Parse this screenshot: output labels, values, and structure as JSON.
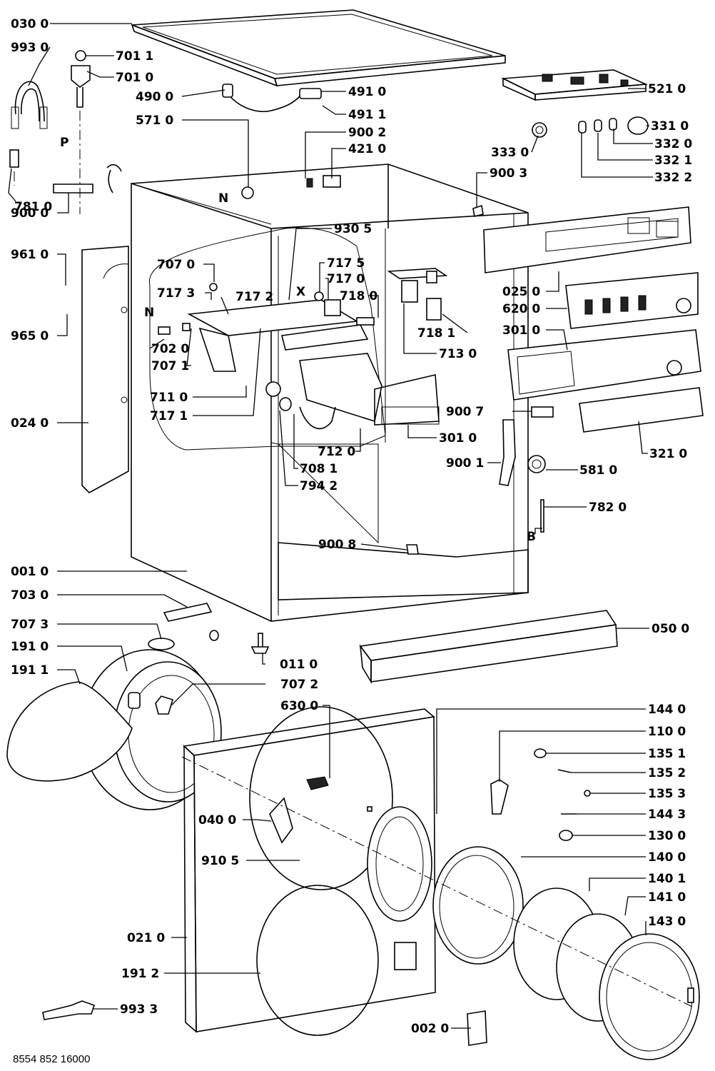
{
  "document_number": "8554 852 16000",
  "labels": [
    {
      "id": "030_0",
      "text": "030 0"
    },
    {
      "id": "993_0",
      "text": "993 0"
    },
    {
      "id": "701_1",
      "text": "701 1"
    },
    {
      "id": "701_0",
      "text": "701 0"
    },
    {
      "id": "490_0",
      "text": "490 0"
    },
    {
      "id": "491_0",
      "text": "491 0"
    },
    {
      "id": "491_1",
      "text": "491 1"
    },
    {
      "id": "571_0",
      "text": "571 0"
    },
    {
      "id": "900_2",
      "text": "900 2"
    },
    {
      "id": "421_0",
      "text": "421 0"
    },
    {
      "id": "521_0",
      "text": "521 0"
    },
    {
      "id": "331_0",
      "text": "331 0"
    },
    {
      "id": "332_0",
      "text": "332 0"
    },
    {
      "id": "333_0",
      "text": "333 0"
    },
    {
      "id": "332_1",
      "text": "332 1"
    },
    {
      "id": "332_2",
      "text": "332 2"
    },
    {
      "id": "900_3",
      "text": "900 3"
    },
    {
      "id": "781_0",
      "text": "781 0"
    },
    {
      "id": "900_0",
      "text": "900 0"
    },
    {
      "id": "930_5",
      "text": "930 5"
    },
    {
      "id": "961_0",
      "text": "961 0"
    },
    {
      "id": "707_0",
      "text": "707 0"
    },
    {
      "id": "717_5",
      "text": "717 5"
    },
    {
      "id": "717_0",
      "text": "717 0"
    },
    {
      "id": "718_0",
      "text": "718 0"
    },
    {
      "id": "717_3",
      "text": "717 3"
    },
    {
      "id": "717_2",
      "text": "717 2"
    },
    {
      "id": "025_0",
      "text": "025 0"
    },
    {
      "id": "620_0",
      "text": "620 0"
    },
    {
      "id": "718_1",
      "text": "718 1"
    },
    {
      "id": "965_0",
      "text": "965 0"
    },
    {
      "id": "702_0",
      "text": "702 0"
    },
    {
      "id": "707_1",
      "text": "707 1"
    },
    {
      "id": "713_0",
      "text": "713 0"
    },
    {
      "id": "301_0a",
      "text": "301 0"
    },
    {
      "id": "711_0",
      "text": "711 0"
    },
    {
      "id": "717_1",
      "text": "717 1"
    },
    {
      "id": "900_7",
      "text": "900 7"
    },
    {
      "id": "024_0",
      "text": "024 0"
    },
    {
      "id": "301_0b",
      "text": "301 0"
    },
    {
      "id": "321_0",
      "text": "321 0"
    },
    {
      "id": "712_0",
      "text": "712 0"
    },
    {
      "id": "708_1",
      "text": "708 1"
    },
    {
      "id": "900_1",
      "text": "900 1"
    },
    {
      "id": "581_0",
      "text": "581 0"
    },
    {
      "id": "794_2",
      "text": "794 2"
    },
    {
      "id": "782_0",
      "text": "782 0"
    },
    {
      "id": "900_8",
      "text": "900 8"
    },
    {
      "id": "001_0",
      "text": "001 0"
    },
    {
      "id": "703_0",
      "text": "703 0"
    },
    {
      "id": "707_3",
      "text": "707 3"
    },
    {
      "id": "050_0",
      "text": "050 0"
    },
    {
      "id": "191_0",
      "text": "191 0"
    },
    {
      "id": "011_0",
      "text": "011 0"
    },
    {
      "id": "191_1",
      "text": "191 1"
    },
    {
      "id": "707_2",
      "text": "707 2"
    },
    {
      "id": "630_0",
      "text": "630 0"
    },
    {
      "id": "144_0",
      "text": "144 0"
    },
    {
      "id": "110_0",
      "text": "110 0"
    },
    {
      "id": "135_1",
      "text": "135 1"
    },
    {
      "id": "135_2",
      "text": "135 2"
    },
    {
      "id": "135_3",
      "text": "135 3"
    },
    {
      "id": "040_0",
      "text": "040 0"
    },
    {
      "id": "144_3",
      "text": "144 3"
    },
    {
      "id": "130_0",
      "text": "130 0"
    },
    {
      "id": "910_5",
      "text": "910 5"
    },
    {
      "id": "140_0",
      "text": "140 0"
    },
    {
      "id": "140_1",
      "text": "140 1"
    },
    {
      "id": "141_0",
      "text": "141 0"
    },
    {
      "id": "021_0",
      "text": "021 0"
    },
    {
      "id": "143_0",
      "text": "143 0"
    },
    {
      "id": "191_2",
      "text": "191 2"
    },
    {
      "id": "993_3",
      "text": "993 3"
    },
    {
      "id": "002_0",
      "text": "002 0"
    }
  ],
  "letter_markers": [
    {
      "id": "P",
      "text": "P"
    },
    {
      "id": "N1",
      "text": "N"
    },
    {
      "id": "N2",
      "text": "N"
    },
    {
      "id": "X",
      "text": "X"
    },
    {
      "id": "B",
      "text": "B"
    }
  ]
}
